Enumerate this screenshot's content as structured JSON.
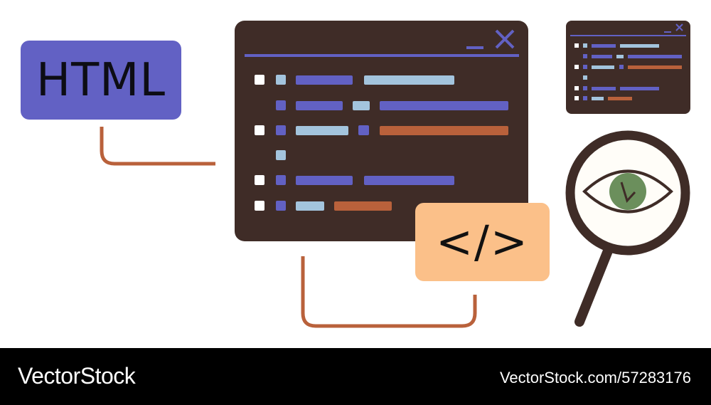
{
  "html_badge": {
    "label": "HTML"
  },
  "code_badge": {
    "label": "</>"
  },
  "footer": {
    "brand": "VectorStock",
    "image_ref": "VectorStock.com/57283176"
  },
  "colors": {
    "window": "#3f2c27",
    "purple": "#6261c4",
    "light_blue": "#a3c4dd",
    "rust": "#b9613b",
    "peach": "#fbc089",
    "eye_green": "#6b8f5c",
    "white": "#ffffff",
    "footer": "#000000"
  },
  "icons": [
    "close-icon",
    "minimize-icon",
    "magnifier-icon",
    "eye-icon"
  ]
}
